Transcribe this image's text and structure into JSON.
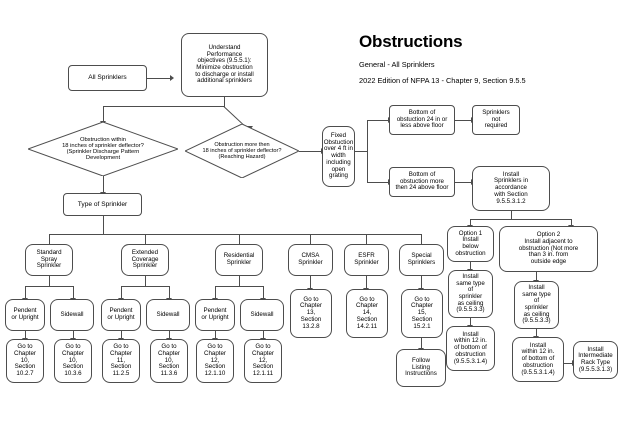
{
  "title_block": {
    "title": "Obstructions",
    "subtitle": "General - All Sprinklers",
    "reference": "2022 Edition of NFPA 13 - Chapter 9, Section 9.5.5"
  },
  "nodes": {
    "all_sprinklers": "All Sprinklers",
    "understand": "Understand\nPerformance\nobjectives (9.5.5.1):\nMinimize obstruction\nto discharge or install\nadditional sprinklers",
    "decision_within18": "Obstruction within\n18 inches of sprinkler deflector?\n(Sprinkler Discharge Pattern\nDevelopment",
    "decision_more18": "Obstruction more then\n18 inches of sprinkler deflector?\n(Reaching Hazard)",
    "fixed_obstruction": "Fixed\nObstuction\nover 4 ft in\nwidth\nincluding\nopen\ngrating",
    "bottom_24_less": "Bottom of\nobstuction 24 in or\nless above floor",
    "sprinklers_not_required": "Sprinklers\nnot\nrequired",
    "bottom_more_24": "Bottom of\nobstuction more\nthen 24 above floor",
    "install_accordance": "Install\nSprinklers in\naccordance\nwith Section\n9.5.5.3.1.2",
    "option1": "Option 1\nInstall\nbelow\nobstruction",
    "option2": "Option 2\nInstall adjacent to\nobstruction (Not more\nthan 3 in. from\noutside edge",
    "opt1_same_type": "Install\nsame type\nof\nsprinkler\nas ceiling\n(9.5.5.3.3)",
    "opt2_same_type": "Install\nsame type\nof\nsprinkler\nas ceiling\n(9.5.5.3.3)",
    "opt1_within12": "Install\nwithin 12 in.\nof bottom of\nobstruction\n(9.5.5.3.1.4)",
    "opt2_within12": "Install\nwithin 12 in.\nof bottom of\nobstruction\n(9.5.5.3.1.4)",
    "intermediate_rack": "Install\nIntermediate\nRack Type\n(9.5.5.3.1.3)",
    "type_of_sprinkler": "Type of Sprinkler",
    "standard_spray": "Standard\nSpray\nSprinkler",
    "extended_coverage": "Extended\nCoverage\nSprinkler",
    "residential": "Residential\nSprinkler",
    "cmsa": "CMSA\nSprinkler",
    "esfr": "ESFR\nSprinkler",
    "special": "Special\nSprinklers",
    "pendent_1": "Pendent\nor Upright",
    "sidewall_1": "Sidewall",
    "pendent_2": "Pendent\nor Upright",
    "sidewall_2": "Sidewall",
    "pendent_3": "Pendent\nor Upright",
    "sidewall_3": "Sidewall",
    "goto_10_2_7": "Go to\nChapter\n10,\nSection\n10.2.7",
    "goto_10_3_6": "Go to\nChapter\n10,\nSection\n10.3.6",
    "goto_11_2_5": "Go to\nChapter\n11,\nSection\n11.2.5",
    "goto_11_3_6": "Go to\nChapter\n10,\nSection\n11.3.6",
    "goto_12_1_10": "Go to\nChapter\n12,\nSection\n12.1.10",
    "goto_12_1_11": "Go to\nChapter\n12,\nSection\n12.1.11",
    "goto_13_2_8": "Go to\nChapter\n13,\nSection\n13.2.8",
    "goto_14_2_11": "Go to\nChapter\n14,\nSection\n14.2.11",
    "goto_15_2_1": "Go to\nChapter\n15,\nSection\n15.2.1",
    "follow_listing": "Follow\nListing\nInstructions"
  },
  "colors": {
    "stroke": "#4d4d4d",
    "background": "#ffffff",
    "text": "#000000"
  }
}
